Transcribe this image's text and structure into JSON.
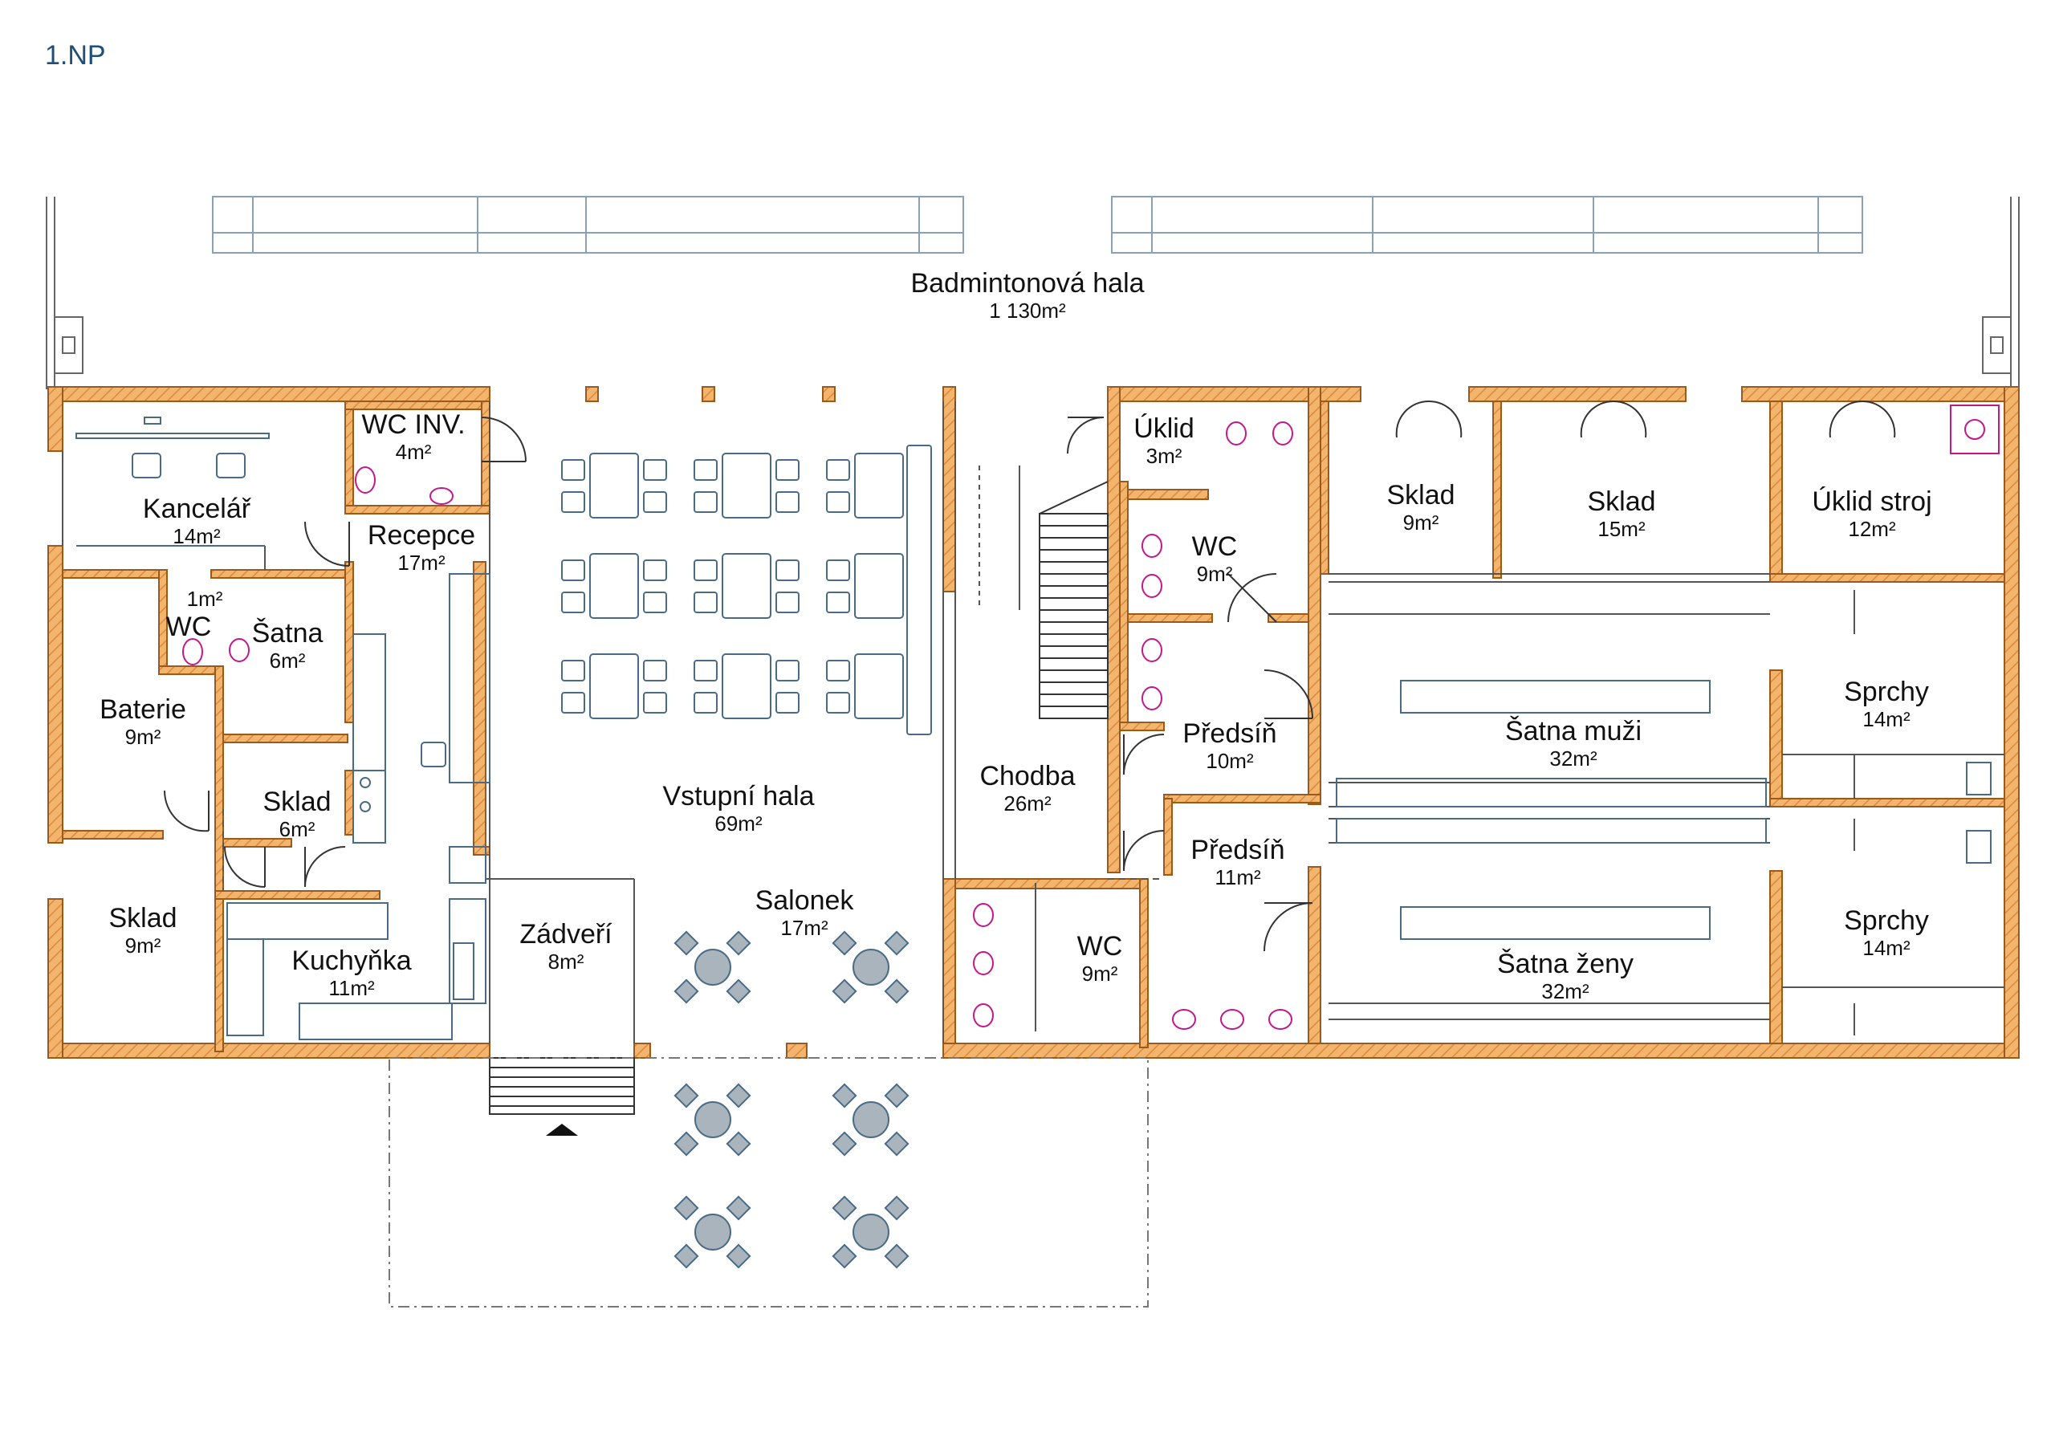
{
  "floor_label": "1.NP",
  "colors": {
    "wall_fill": "#f0b16a",
    "wall_edge": "#9a5a1c",
    "line": "#555555",
    "sanitary": "#c2188a",
    "furniture": "#4a6b86",
    "title": "#1f4e79"
  },
  "rooms": [
    {
      "id": "badminton",
      "name": "Badmintonová hala",
      "area": "1 130m²"
    },
    {
      "id": "kancelar",
      "name": "Kancelář",
      "area": "14m²"
    },
    {
      "id": "wc_inv",
      "name": "WC INV.",
      "area": "4m²"
    },
    {
      "id": "recepce",
      "name": "Recepce",
      "area": "17m²"
    },
    {
      "id": "wc_small",
      "name": "WC",
      "area": "1m²"
    },
    {
      "id": "satna_small",
      "name": "Šatna",
      "area": "6m²"
    },
    {
      "id": "baterie",
      "name": "Baterie",
      "area": "9m²"
    },
    {
      "id": "sklad_a",
      "name": "Sklad",
      "area": "6m²"
    },
    {
      "id": "sklad_b",
      "name": "Sklad",
      "area": "9m²"
    },
    {
      "id": "kuchynka",
      "name": "Kuchyňka",
      "area": "11m²"
    },
    {
      "id": "zadveri",
      "name": "Zádveří",
      "area": "8m²"
    },
    {
      "id": "vstupni_hala",
      "name": "Vstupní hala",
      "area": "69m²"
    },
    {
      "id": "salonek",
      "name": "Salonek",
      "area": "17m²"
    },
    {
      "id": "chodba",
      "name": "Chodba",
      "area": "26m²"
    },
    {
      "id": "uklid",
      "name": "Úklid",
      "area": "3m²"
    },
    {
      "id": "wc_m",
      "name": "WC",
      "area": "9m²"
    },
    {
      "id": "predsin_1",
      "name": "Předsíň",
      "area": "10m²"
    },
    {
      "id": "predsin_2",
      "name": "Předsíň",
      "area": "11m²"
    },
    {
      "id": "wc_z",
      "name": "WC",
      "area": "9m²"
    },
    {
      "id": "sklad_c",
      "name": "Sklad",
      "area": "9m²"
    },
    {
      "id": "sklad_d",
      "name": "Sklad",
      "area": "15m²"
    },
    {
      "id": "uklid_stroj",
      "name": "Úklid stroj",
      "area": "12m²"
    },
    {
      "id": "satna_muzi",
      "name": "Šatna muži",
      "area": "32m²"
    },
    {
      "id": "satna_zeny",
      "name": "Šatna ženy",
      "area": "32m²"
    },
    {
      "id": "sprchy_1",
      "name": "Sprchy",
      "area": "14m²"
    },
    {
      "id": "sprchy_2",
      "name": "Sprchy",
      "area": "14m²"
    }
  ]
}
